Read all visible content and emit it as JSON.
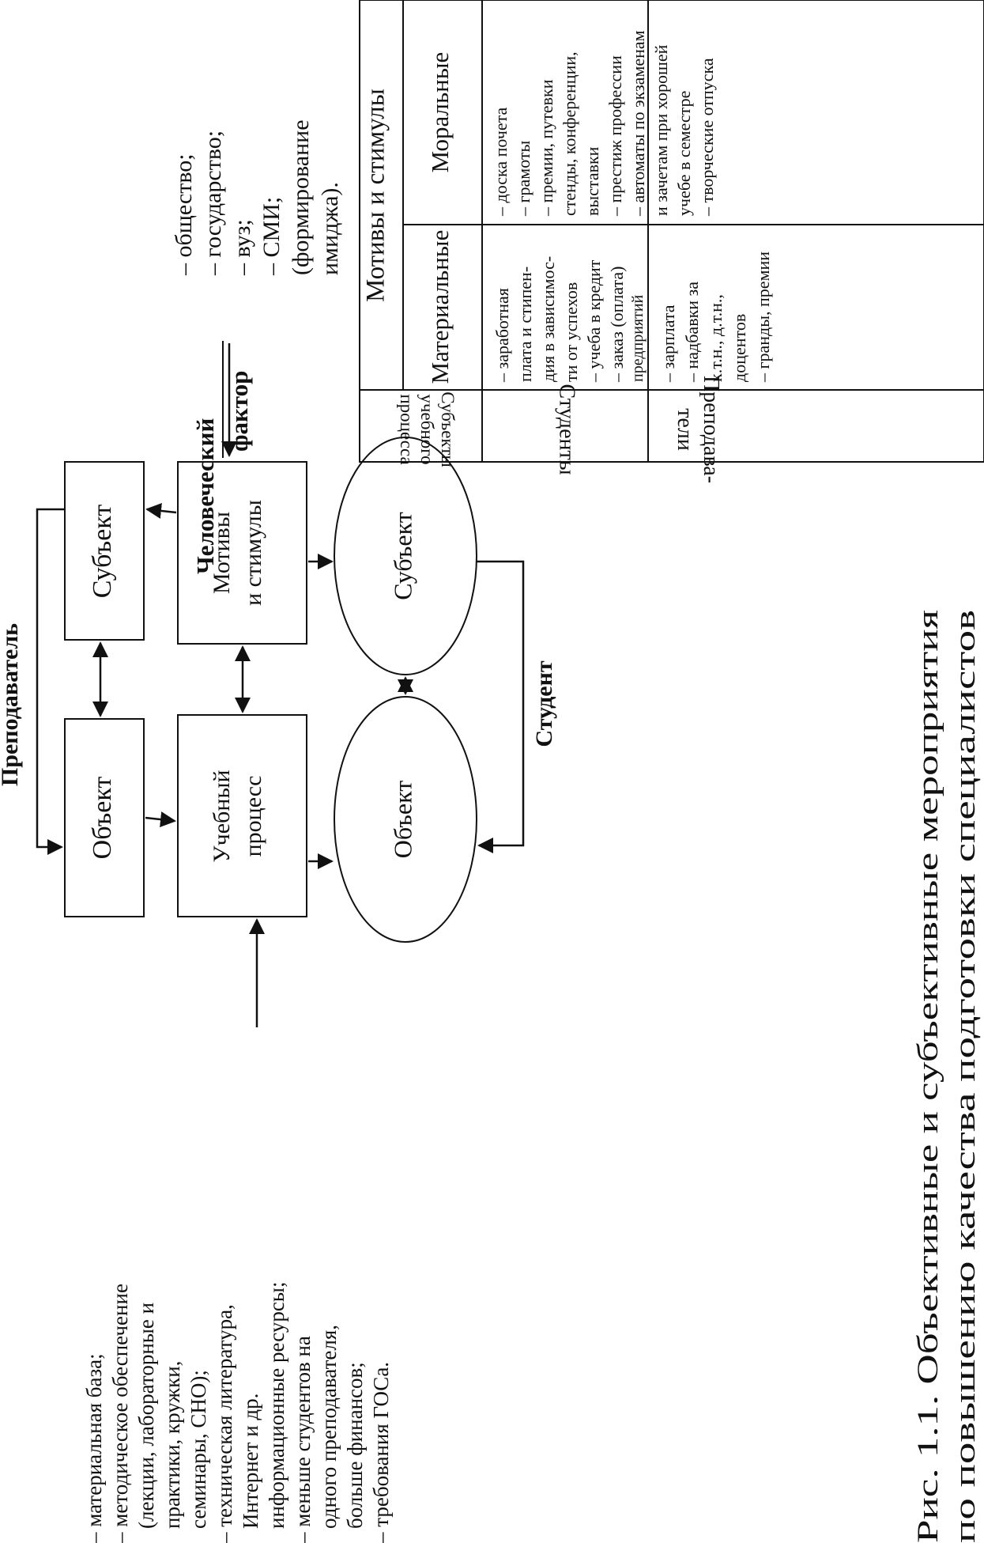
{
  "diagram": {
    "teacher_label": "Преподаватель",
    "student_label": "Студент",
    "nodes": {
      "teacher_object": "Объект",
      "teacher_subject": "Субъект",
      "process_line1": "Учебный",
      "process_line2": "процесс",
      "motives_line1": "Мотивы",
      "motives_line2": "и стимулы",
      "student_object": "Объект",
      "student_subject": "Субъект"
    },
    "human_factor": {
      "line1": "Человеческий",
      "line2": "фактор"
    },
    "human_factor_list": [
      "– общество;",
      "– государство;",
      "– вуз;",
      "– СМИ;",
      "(формирование",
      "имиджа)."
    ],
    "objective_list": [
      "– материальная база;",
      "– методическое обеспечение",
      "(лекции, лабораторные и",
      "практики, кружки,",
      "семинары, СНО);",
      "– техническая литература,",
      "Интернет и др.",
      "информационные ресурсы;",
      "– меньше студентов на",
      "одного преподавателя,",
      "больше финансов;",
      "– требования ГОСа."
    ]
  },
  "table": {
    "corner_line1": "Субъекты",
    "corner_line2": "учебного",
    "corner_line3": "процесса",
    "group_header": "Мотивы и стимулы",
    "col_material": "Материальные",
    "col_moral": "Моральные",
    "row_students": "Студенты",
    "row_teachers_line1": "Преподава-",
    "row_teachers_line2": "тели",
    "moral_items": [
      "– доска почета",
      "– грамоты",
      "– премии, путевки",
      "стенды, конференции,",
      "выставки",
      "– престиж профессии",
      "– автоматы по экзаменам",
      "и зачетам при хорошей",
      "учебе в семестре",
      "– творческие отпуска"
    ],
    "material_students": [
      "– заработная",
      "плата и стипен-",
      "дия в зависимос-",
      "ти от успехов",
      "– учеба в кредит",
      "– заказ (оплата)",
      "предприятий"
    ],
    "material_teachers": [
      "– зарплата",
      "– надбавки за",
      "к.т.н., д.т.н.,",
      "доцентов",
      "– гранды, премии"
    ]
  },
  "caption": {
    "line1": "Рис. 1.1. Объективные и субъективные мероприятия",
    "line2": "по повышению  качества  подготовки  специалистов"
  }
}
